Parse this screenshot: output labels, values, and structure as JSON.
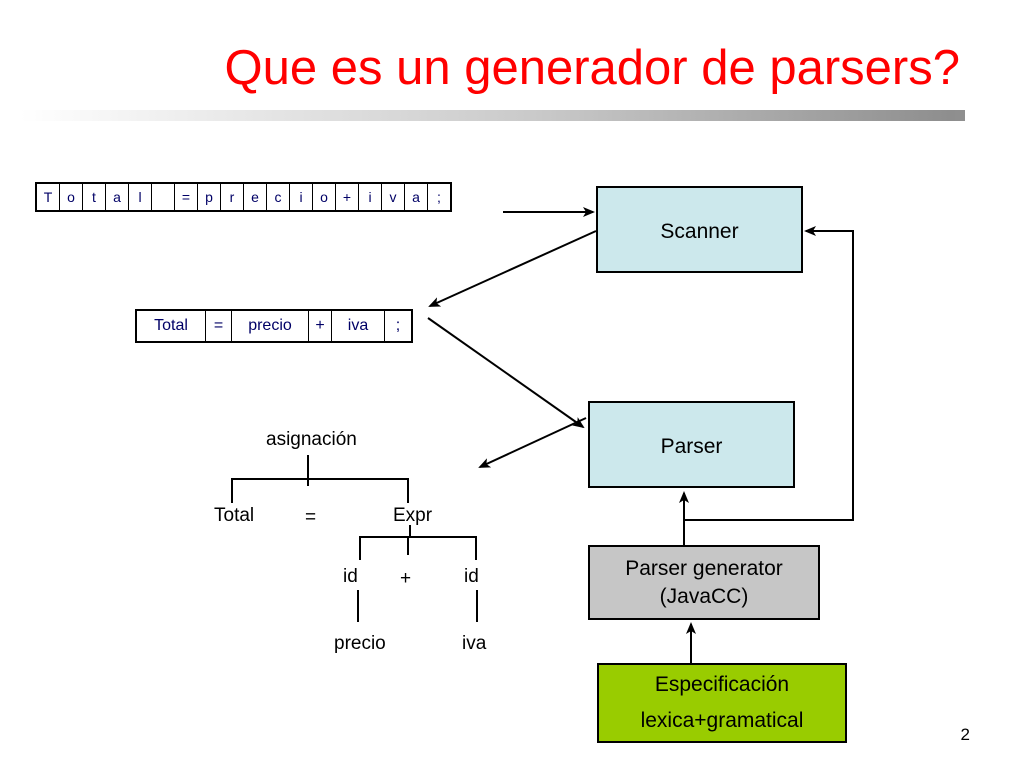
{
  "title": "Que es un generador de parsers?",
  "char_cells": [
    "T",
    "o",
    "t",
    "a",
    "l",
    " ",
    "=",
    "p",
    "r",
    "e",
    "c",
    "i",
    "o",
    "+",
    "i",
    "v",
    "a",
    ";"
  ],
  "tokens": [
    {
      "text": "Total"
    },
    {
      "text": "="
    },
    {
      "text": "precio"
    },
    {
      "text": "+"
    },
    {
      "text": "iva"
    },
    {
      "text": ";"
    }
  ],
  "boxes": {
    "scanner": "Scanner",
    "parser": "Parser",
    "generator_line1": "Parser generator",
    "generator_line2": "(JavaCC)",
    "spec_line1": "Especificación",
    "spec_line2": "lexica+gramatical"
  },
  "tree": {
    "root": "asignación",
    "total": "Total",
    "equals": "=",
    "expr": "Expr",
    "id_left": "id",
    "plus": "+",
    "id_right": "id",
    "precio": "precio",
    "iva": "iva"
  },
  "colors": {
    "title": "#ff0000",
    "scanner_fill": "#cce8ec",
    "parser_fill": "#cce8ec",
    "generator_fill": "#c6c6c6",
    "spec_fill": "#99cc00",
    "table_text": "#000066"
  },
  "page_number": "2"
}
